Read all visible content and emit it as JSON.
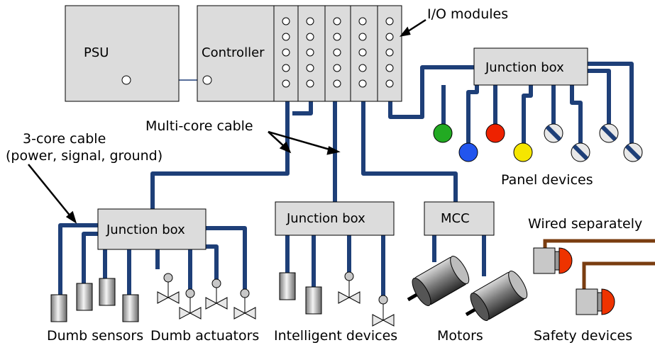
{
  "components": {
    "psu": "PSU",
    "controller": "Controller",
    "junction_box_panel": "Junction box",
    "junction_box_center": "Junction box",
    "junction_box_left": "Junction box",
    "mcc": "MCC"
  },
  "labels": {
    "io_modules": "I/O modules",
    "multi_core_cable": "Multi-core cable",
    "three_core_cable_line1": "3-core cable",
    "three_core_cable_line2": "(power, signal, ground)",
    "panel_devices": "Panel devices",
    "wired_separately": "Wired separately"
  },
  "groups": {
    "dumb_sensors": "Dumb sensors",
    "dumb_actuators": "Dumb actuators",
    "intelligent_devices": "Intelligent devices",
    "motors": "Motors",
    "safety_devices": "Safety devices"
  },
  "colors": {
    "cable": "#1e3f78",
    "box_fill": "#dcdcdc",
    "background": "#ffffff",
    "lamp_green": "#22aa22",
    "lamp_blue": "#2255ee",
    "lamp_red": "#ee2200",
    "lamp_yellow": "#f5e600",
    "safety_wire": "#7a3d10",
    "safety_button": "#ee3300"
  }
}
